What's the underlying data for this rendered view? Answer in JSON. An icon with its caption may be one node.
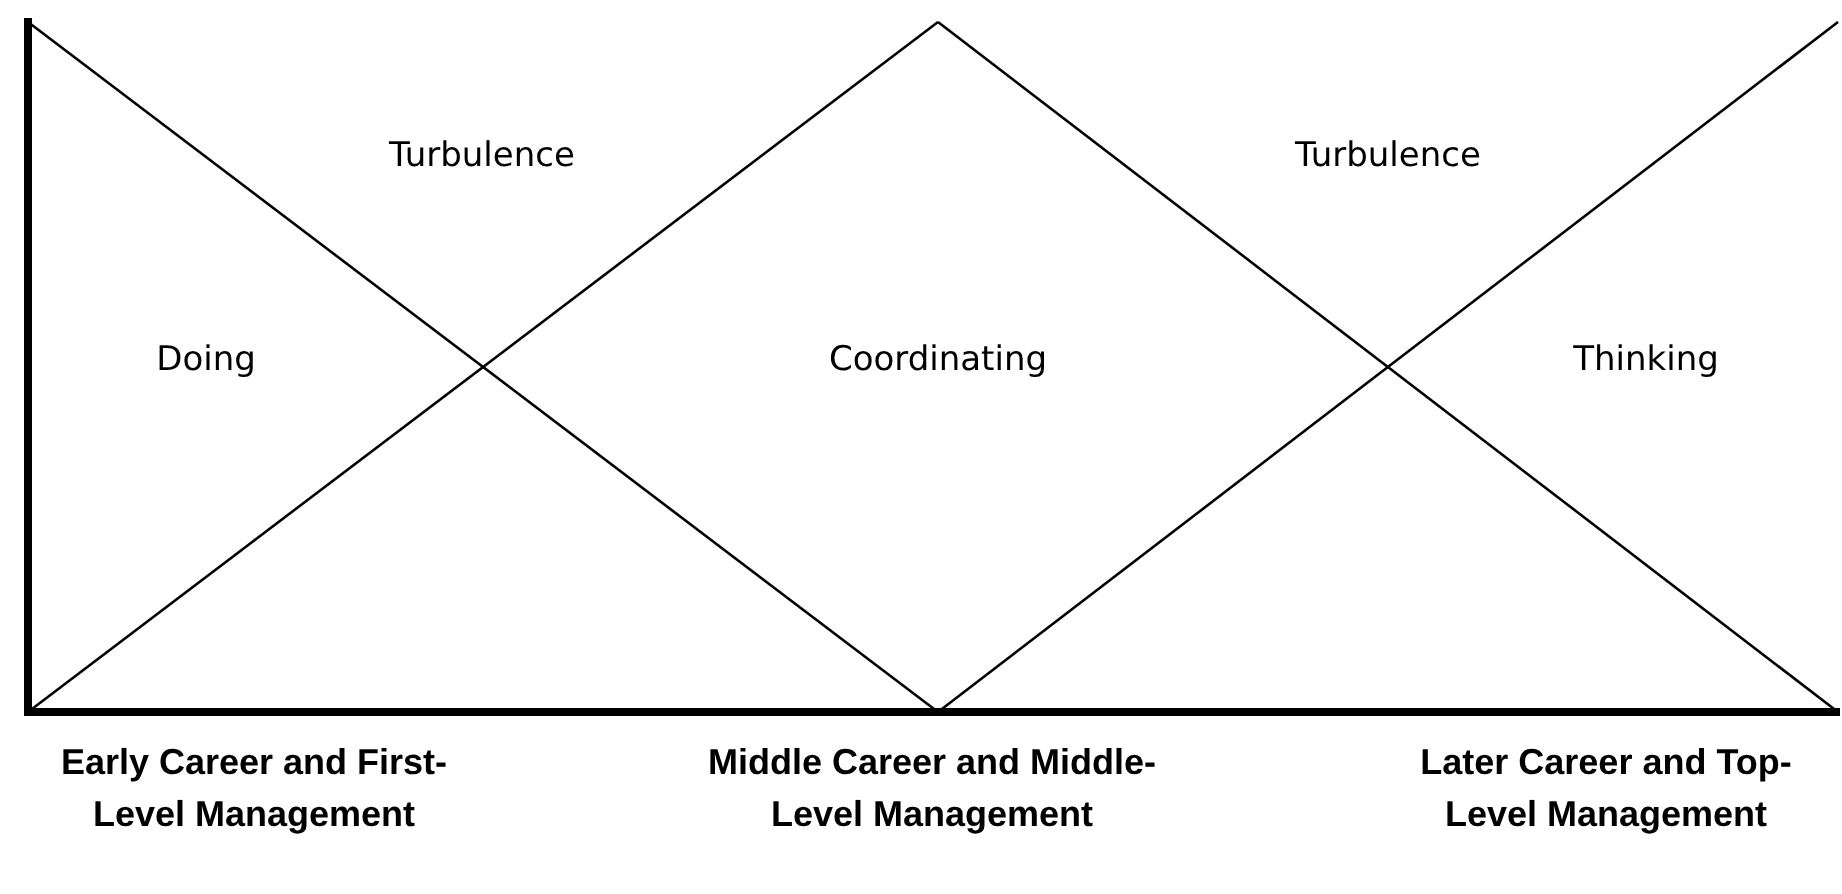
{
  "diagram": {
    "labels": [
      "Turbulence",
      "Turbulence",
      "Doing",
      "Coordinating",
      "Thinking",
      "Early Career and First-Level Management",
      "Middle Career and Middle-Level Management",
      "Later Career and Top-Level Management"
    ]
  }
}
